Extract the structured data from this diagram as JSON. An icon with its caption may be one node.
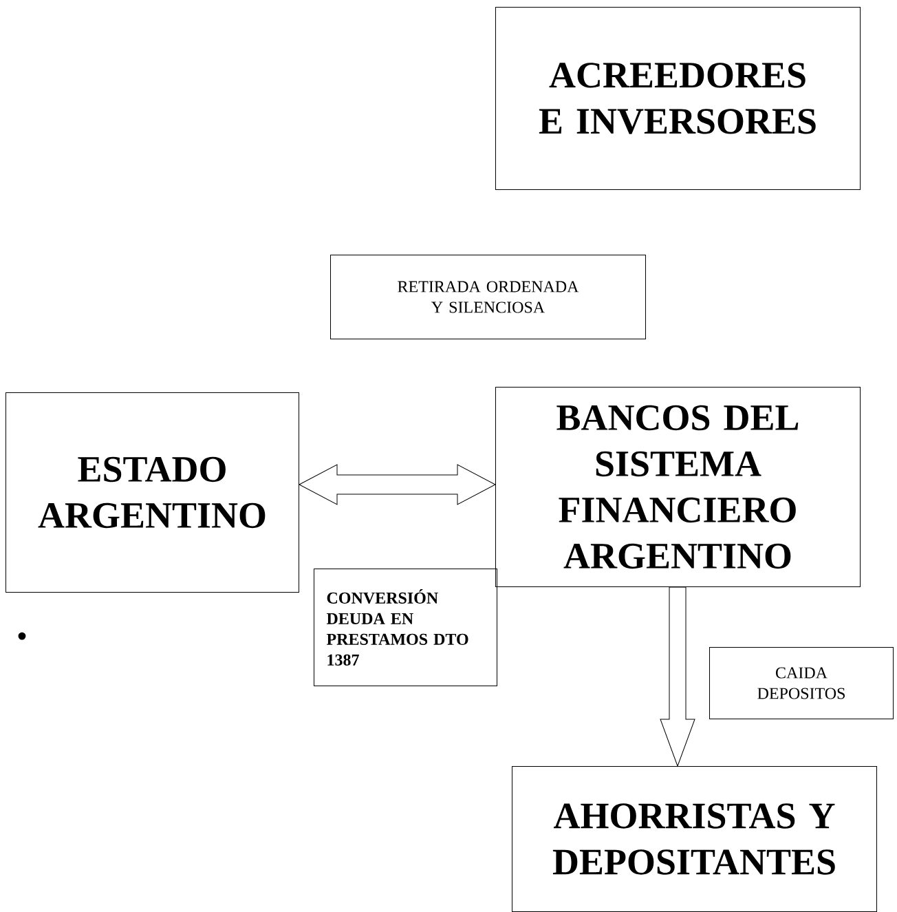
{
  "diagram": {
    "nodes": [
      {
        "text": [
          "ACREEDORES E INVERSORES"
        ]
      },
      {
        "text": [
          "RETIRADA ORDENADA Y SILENCIOSA"
        ]
      },
      {
        "text": [
          "ESTADO ARGENTINO"
        ]
      },
      {
        "text": [
          "BANCOS DEL SISTEMA FINANCIERO ARGENTINO"
        ]
      },
      {
        "text": [
          "CONVERSIÓN DEUDA EN PRESTAMOS DTO 1387"
        ]
      },
      {
        "text": [
          "CAIDA DEPOSITOS"
        ]
      },
      {
        "text": [
          "AHORRISTAS Y DEPOSITANTES"
        ]
      }
    ],
    "edges": [
      {
        "from": 2,
        "to": 3,
        "arrow": "both"
      },
      {
        "from": 3,
        "to": 6,
        "arrow": "to"
      }
    ],
    "labels": [
      "•"
    ]
  }
}
